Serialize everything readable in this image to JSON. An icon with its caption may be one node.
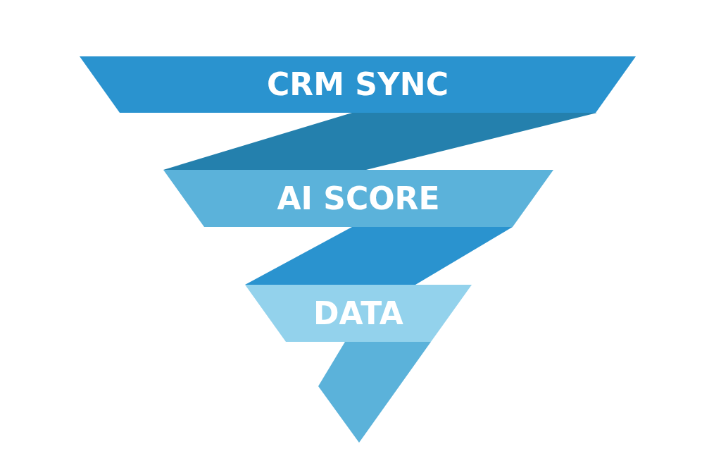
{
  "diagram": {
    "nodes": [
      {
        "text": [
          "CRM SYNC"
        ]
      },
      {
        "text": [
          "AI SCORE"
        ]
      },
      {
        "text": [
          "DATA"
        ]
      }
    ]
  }
}
